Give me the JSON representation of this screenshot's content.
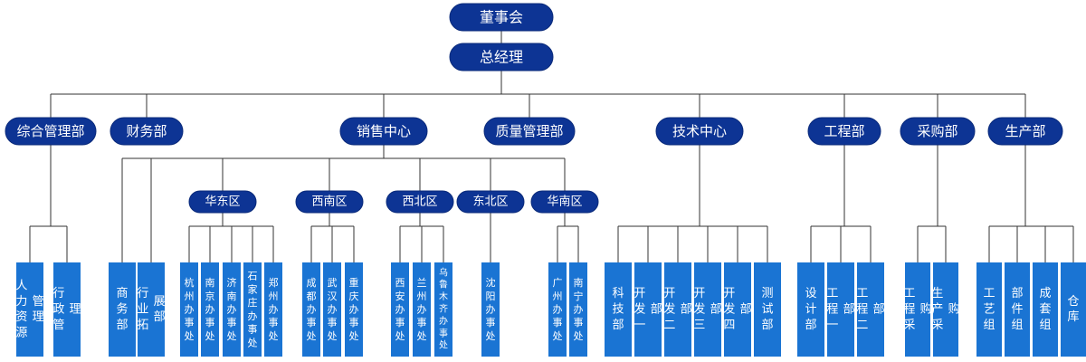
{
  "colors": {
    "level_node": "#0d3494",
    "leaf_node": "#1a74d3",
    "line": "#333333"
  },
  "board": "董事会",
  "gm": "总经理",
  "departments": [
    {
      "id": "zonghe",
      "label": "综合管理部",
      "leaves": [
        {
          "id": "renli",
          "label": "人力资源管理"
        },
        {
          "id": "xingzheng",
          "label": "行政管理"
        }
      ]
    },
    {
      "id": "caiwu",
      "label": "财务部",
      "leaves": []
    },
    {
      "id": "xiaoshou",
      "label": "销售中心",
      "leaves": [
        {
          "id": "shangwu",
          "label": "商务部"
        },
        {
          "id": "tuozhan",
          "label": "行业拓展部"
        }
      ],
      "regions": [
        {
          "id": "huadong",
          "label": "华东区",
          "leaves": [
            {
              "id": "hangzhou",
              "label": "杭州办事处"
            },
            {
              "id": "nanjing",
              "label": "南京办事处"
            },
            {
              "id": "jinan",
              "label": "济南办事处"
            },
            {
              "id": "shijiazhuang",
              "label": "石家庄办事处"
            },
            {
              "id": "zhengzhou",
              "label": "郑州办事处"
            }
          ]
        },
        {
          "id": "xinan",
          "label": "西南区",
          "leaves": [
            {
              "id": "chengdu",
              "label": "成都办事处"
            },
            {
              "id": "wuhan",
              "label": "武汉办事处"
            },
            {
              "id": "chongqing",
              "label": "重庆办事处"
            }
          ]
        },
        {
          "id": "xibei",
          "label": "西北区",
          "leaves": [
            {
              "id": "xian",
              "label": "西安办事处"
            },
            {
              "id": "lanzhou",
              "label": "兰州办事处"
            },
            {
              "id": "wulumuqi",
              "label": "乌鲁木齐办事处"
            }
          ]
        },
        {
          "id": "dongbei",
          "label": "东北区",
          "leaves": [
            {
              "id": "shenyang",
              "label": "沈阳办事处"
            }
          ]
        },
        {
          "id": "huanan",
          "label": "华南区",
          "leaves": [
            {
              "id": "guangzhou",
              "label": "广州办事处"
            },
            {
              "id": "nanning",
              "label": "南宁办事处"
            }
          ]
        }
      ]
    },
    {
      "id": "zhiliang",
      "label": "质量管理部",
      "leaves": []
    },
    {
      "id": "jishu",
      "label": "技术中心",
      "leaves": [
        {
          "id": "keji",
          "label": "科技部"
        },
        {
          "id": "kaifa1",
          "label": "开发一部"
        },
        {
          "id": "kaifa2",
          "label": "开发二部"
        },
        {
          "id": "kaifa3",
          "label": "开发三部"
        },
        {
          "id": "kaifa4",
          "label": "开发四部"
        },
        {
          "id": "ceshi",
          "label": "测试部"
        }
      ]
    },
    {
      "id": "gongcheng",
      "label": "工程部",
      "leaves": [
        {
          "id": "sheji",
          "label": "设计部"
        },
        {
          "id": "gc1",
          "label": "工程一部"
        },
        {
          "id": "gc2",
          "label": "工程二部"
        }
      ]
    },
    {
      "id": "caigou",
      "label": "采购部",
      "leaves": [
        {
          "id": "gccaigou",
          "label": "工程采购"
        },
        {
          "id": "sccaigou",
          "label": "生产采购"
        }
      ]
    },
    {
      "id": "shengchan",
      "label": "生产部",
      "leaves": [
        {
          "id": "gongyi",
          "label": "工艺组"
        },
        {
          "id": "bujian",
          "label": "部件组"
        },
        {
          "id": "chengtao",
          "label": "成套组"
        },
        {
          "id": "cangku",
          "label": "仓库"
        }
      ]
    }
  ]
}
